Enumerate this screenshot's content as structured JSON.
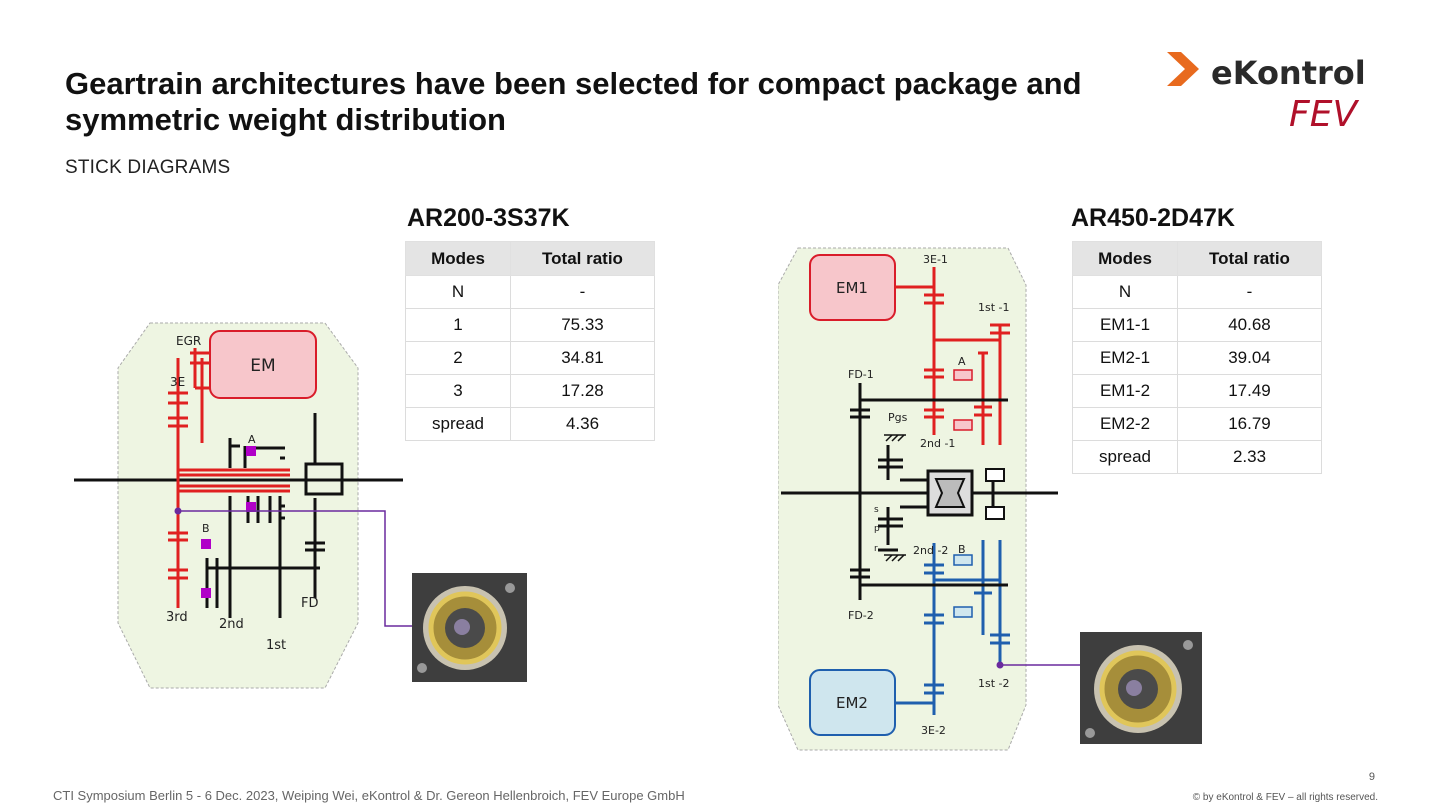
{
  "header": {
    "title": "Geartrain architectures have been selected for compact package and symmetric weight distribution",
    "subtitle": "STICK DIAGRAMS"
  },
  "logo": {
    "brand1": "eKontrol",
    "brand2": "FEV",
    "accent_orange": "#e86a1e",
    "accent_red": "#b0102a"
  },
  "left": {
    "name": "AR200-3S37K",
    "table": {
      "headers": [
        "Modes",
        "Total ratio"
      ],
      "rows": [
        [
          "N",
          "-"
        ],
        [
          "1",
          "75.33"
        ],
        [
          "2",
          "34.81"
        ],
        [
          "3",
          "17.28"
        ],
        [
          "spread",
          "4.36"
        ]
      ]
    },
    "diagram": {
      "em_label": "EM",
      "egr": "EGR",
      "l3e": "3E",
      "la": "A",
      "lb": "B",
      "l3rd": "3rd",
      "l2nd": "2nd",
      "l1st": "1st",
      "lfd": "FD"
    }
  },
  "right": {
    "name": "AR450-2D47K",
    "table": {
      "headers": [
        "Modes",
        "Total ratio"
      ],
      "rows": [
        [
          "N",
          "-"
        ],
        [
          "EM1-1",
          "40.68"
        ],
        [
          "EM2-1",
          "39.04"
        ],
        [
          "EM1-2",
          "17.49"
        ],
        [
          "EM2-2",
          "16.79"
        ],
        [
          "spread",
          "2.33"
        ]
      ]
    },
    "diagram": {
      "em1": "EM1",
      "em2": "EM2",
      "l3e1": "3E-1",
      "l1st1": "1st -1",
      "la": "A",
      "lfd1": "FD-1",
      "lpgs": "Pgs",
      "l2nd1": "2nd -1",
      "ls": "s",
      "lp": "p",
      "lr": "r",
      "l2nd2": "2nd -2",
      "lb": "B",
      "lfd2": "FD-2",
      "l1st2": "1st -2",
      "l3e2": "3E-2"
    }
  },
  "colors": {
    "red": "#e02020",
    "blue": "#1f5fae",
    "purple": "#6a2a9e",
    "bg_green": "#eef5e2"
  },
  "footer": {
    "text": "CTI Symposium Berlin 5 - 6 Dec. 2023, Weiping Wei, eKontrol & Dr. Gereon Hellenbroich, FEV Europe GmbH",
    "page": "9",
    "copyright": "© by eKontrol & FEV – all rights reserved."
  }
}
